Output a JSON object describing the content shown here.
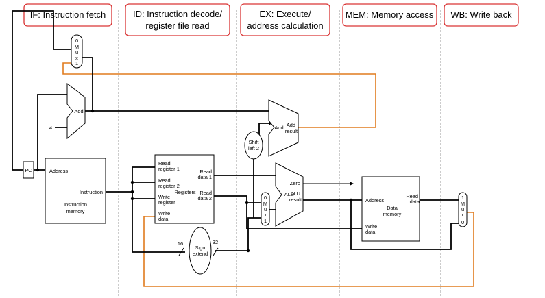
{
  "stages": {
    "if": "IF: Instruction fetch",
    "id_line1": "ID: Instruction decode/",
    "id_line2": "register file read",
    "ex_line1": "EX: Execute/",
    "ex_line2": "address calculation",
    "mem": "MEM: Memory access",
    "wb": "WB: Write back"
  },
  "pc": {
    "label": "PC"
  },
  "const4": {
    "label": "4"
  },
  "pc_mux": {
    "label_0": "0",
    "label_m": "M",
    "label_u": "u",
    "label_x": "x",
    "label_1": "1"
  },
  "pc_adder": {
    "label": "Add"
  },
  "instr_mem": {
    "address": "Address",
    "instruction": "Instruction",
    "name_line1": "Instruction",
    "name_line2": "memory"
  },
  "registers": {
    "read_reg1_line1": "Read",
    "read_reg1_line2": "register 1",
    "read_reg2_line1": "Read",
    "read_reg2_line2": "register 2",
    "write_reg_line1": "Write",
    "write_reg_line2": "register",
    "write_data_line1": "Write",
    "write_data_line2": "data",
    "read_data1_line1": "Read",
    "read_data1_line2": "data 1",
    "read_data2_line1": "Read",
    "read_data2_line2": "data 2",
    "name": "Registers"
  },
  "sign_extend": {
    "line1": "Sign",
    "line2": "extend",
    "in_width": "16",
    "out_width": "32"
  },
  "shift_left": {
    "line1": "Shift",
    "line2": "left 2"
  },
  "branch_adder": {
    "add": "Add",
    "result_line1": "Add",
    "result_line2": "result"
  },
  "alu_mux": {
    "label_0": "0",
    "label_m": "M",
    "label_u": "u",
    "label_x": "x",
    "label_1": "1"
  },
  "alu": {
    "name": "ALU",
    "zero": "Zero",
    "result_line1": "ALU",
    "result_line2": "result"
  },
  "data_mem": {
    "address": "Address",
    "write_data_line1": "Write",
    "write_data_line2": "data",
    "read_data_line1": "Read",
    "read_data_line2": "data",
    "name_line1": "Data",
    "name_line2": "memory"
  },
  "wb_mux": {
    "label_1": "1",
    "label_m": "M",
    "label_u": "u",
    "label_x": "x",
    "label_0": "0"
  }
}
